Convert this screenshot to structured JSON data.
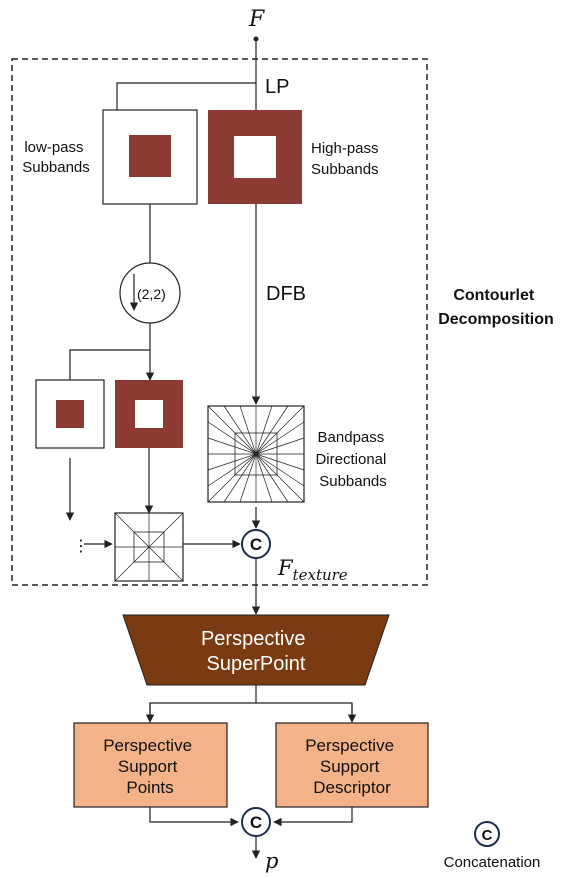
{
  "input_symbol": "F",
  "lp_label": "LP",
  "lowpass_label": [
    "low-pass",
    "Subbands"
  ],
  "highpass_label": [
    "High-pass",
    "Subbands"
  ],
  "downsample_label": "(2,2)",
  "dfb_label": "DFB",
  "contourlet_label": [
    "Contourlet",
    "Decomposition"
  ],
  "bandpass_label": [
    "Bandpass",
    "Directional",
    "Subbands"
  ],
  "ellipsis": "⋮",
  "concat_symbol": "C",
  "texture_symbol": "F",
  "texture_subscript": "texture",
  "superpoint_label": [
    "Perspective",
    "SuperPoint"
  ],
  "support_points_label": [
    "Perspective",
    "Support",
    "Points"
  ],
  "support_descriptor_label": [
    "Perspective",
    "Support",
    "Descriptor"
  ],
  "output_symbol": "p",
  "legend_label": "Concatenation",
  "colors": {
    "subband_dark": "#8c3a34",
    "superpoint_fill": "#7b3b12",
    "support_fill": "#f3b287",
    "stroke": "#222222"
  }
}
